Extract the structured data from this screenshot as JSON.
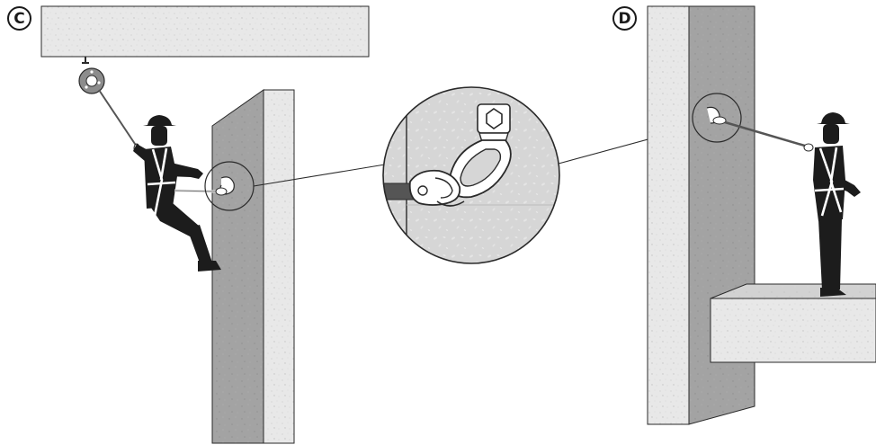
{
  "panels": [
    {
      "id": "C",
      "label": "C"
    },
    {
      "id": "D",
      "label": "D"
    }
  ],
  "colors": {
    "concrete_light": "#e8e8e8",
    "concrete_mid": "#d2d2d2",
    "concrete_dark": "#a3a3a3",
    "outline": "#2a2a2a",
    "worker": "#1c1c1c",
    "harness": "#ffffff",
    "hardware": "#ffffff",
    "lanyard": "#555555"
  },
  "icons": {
    "anchor": "anchor-plate-icon",
    "connector": "snap-hook-icon",
    "worker": "worker-silhouette-icon"
  }
}
